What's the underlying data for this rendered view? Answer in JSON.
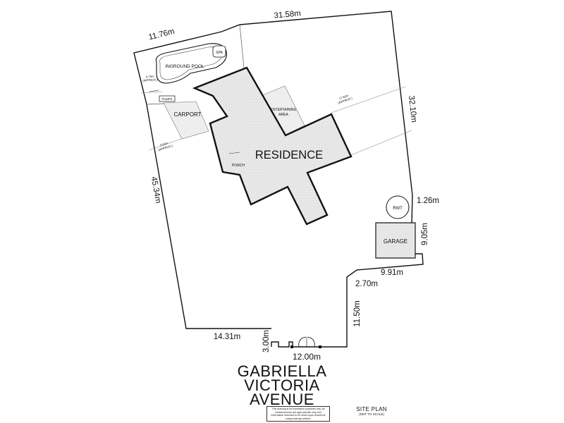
{
  "street": {
    "line1": "GABRIELLA",
    "line2": "VICTORIA",
    "line3": "AVENUE"
  },
  "labels": {
    "residence": "RESIDENCE",
    "inground_pool": "INGROUND POOL",
    "spa": "SPA",
    "carport": "CARPORT",
    "entertaining_1": "ENTERTAINING",
    "entertaining_2": "AREA",
    "porch": "PORCH",
    "pumps": "PUMPS",
    "garage": "GARAGE",
    "rwt": "RWT"
  },
  "dimensions": {
    "top": "31.58m",
    "top_left": "11.76m",
    "right_upper": "32.10m",
    "right_rwt": "1.26m",
    "right_garage": "9.05m",
    "garage_bottom": "9.91m",
    "notch": "2.70m",
    "right_lower": "11.50m",
    "left": "45.34m",
    "bottom_left": "14.31m",
    "gate_side": "3.00m",
    "frontage": "12.00m",
    "offset_pool_1": "6.70m",
    "offset_pool_2": "(APPROX.)",
    "offset_carport_1": "5.60m",
    "offset_carport_2": "(APPROX.)",
    "offset_right_1": "17.60m",
    "offset_right_2": "(APPROX.)"
  },
  "title_block": {
    "title": "SITE PLAN",
    "subtitle": "(NOT TO SCALE)",
    "disclaimer": "This drawing is for illustration purposes only. All measurements are approximate only and information intended to be relied upon should be independently verified."
  },
  "colors": {
    "lines": "#111111",
    "building_fill": "#e6e6e6",
    "thin_lines": "#555555"
  }
}
